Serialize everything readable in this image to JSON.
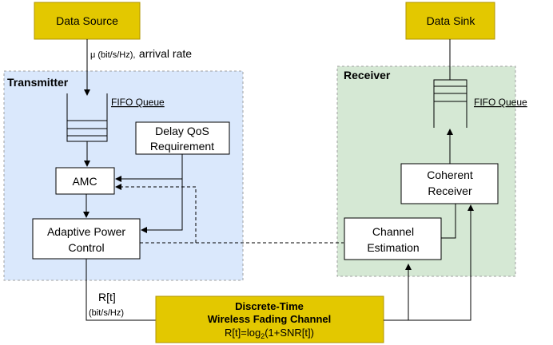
{
  "regions": {
    "transmitter": "Transmitter",
    "receiver": "Receiver"
  },
  "blocks": {
    "data_source": "Data Source",
    "data_sink": "Data Sink",
    "delay_qos_line1": "Delay QoS",
    "delay_qos_line2": "Requirement",
    "amc": "AMC",
    "adaptive_power_line1": "Adaptive Power",
    "adaptive_power_line2": "Control",
    "coherent_receiver_line1": "Coherent",
    "coherent_receiver_line2": "Receiver",
    "channel_estimation_line1": "Channel",
    "channel_estimation_line2": "Estimation",
    "channel_line1": "Discrete-Time",
    "channel_line2": "Wireless Fading Channel",
    "channel_formula_prefix": "R[t]=log",
    "channel_formula_sub": "2",
    "channel_formula_suffix": "(1+SNR[t])"
  },
  "labels": {
    "fifo_tx": "FIFO Queue",
    "fifo_rx": "FIFO Queue",
    "arrival_unit": "μ (bit/s/Hz),",
    "arrival_text": "arrival rate",
    "rate": "R[t]",
    "rate_unit": "(bit/s/Hz)"
  },
  "colors": {
    "tx_fill": "#dae8fc",
    "rx_fill": "#d5e8d4",
    "gold_fill": "#e3c800",
    "gold_stroke": "#b09500"
  }
}
